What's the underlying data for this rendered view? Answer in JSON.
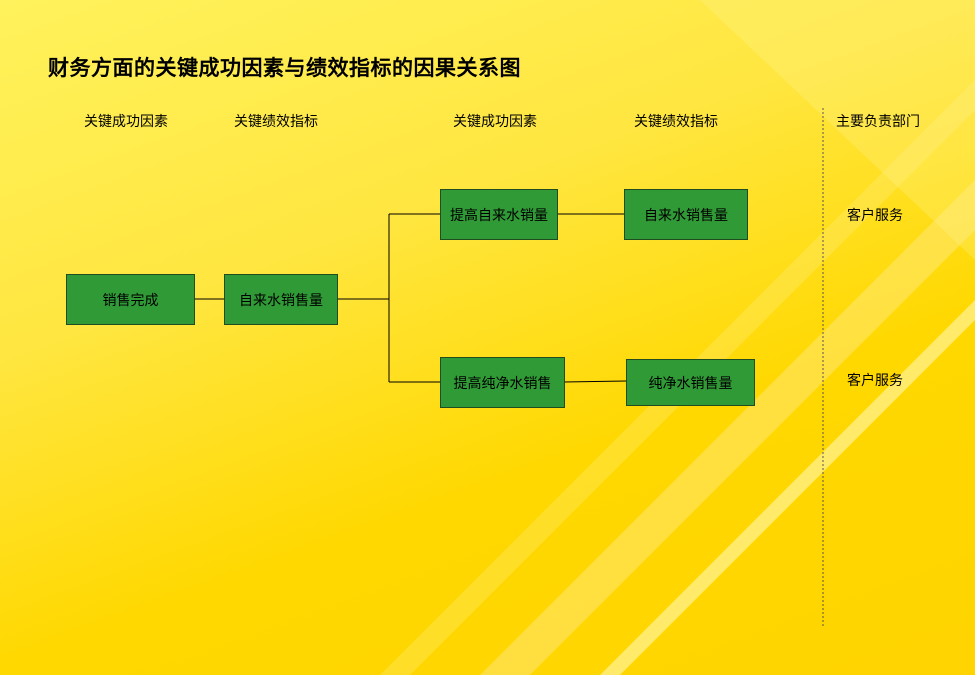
{
  "title": "财务方面的关键成功因素与绩效指标的因果关系图",
  "headers": {
    "csf1": "关键成功因素",
    "kpi1": "关键绩效指标",
    "csf2": "关键成功因素",
    "kpi2": "关键绩效指标",
    "dept": "主要负责部门"
  },
  "nodes": {
    "sales_complete": "销售完成",
    "tap_water_sales": "自来水销售量",
    "improve_tap_water": "提高自来水销量",
    "tap_water_sales_kpi": "自来水销售量",
    "improve_pure_water": "提高纯净水销售",
    "pure_water_sales_kpi": "纯净水销售量"
  },
  "departments": {
    "row1": "客户服务",
    "row2": "客户服务"
  },
  "colors": {
    "box_fill": "#2f9a36",
    "box_border": "#1f4d1f",
    "background": "#ffd800"
  }
}
